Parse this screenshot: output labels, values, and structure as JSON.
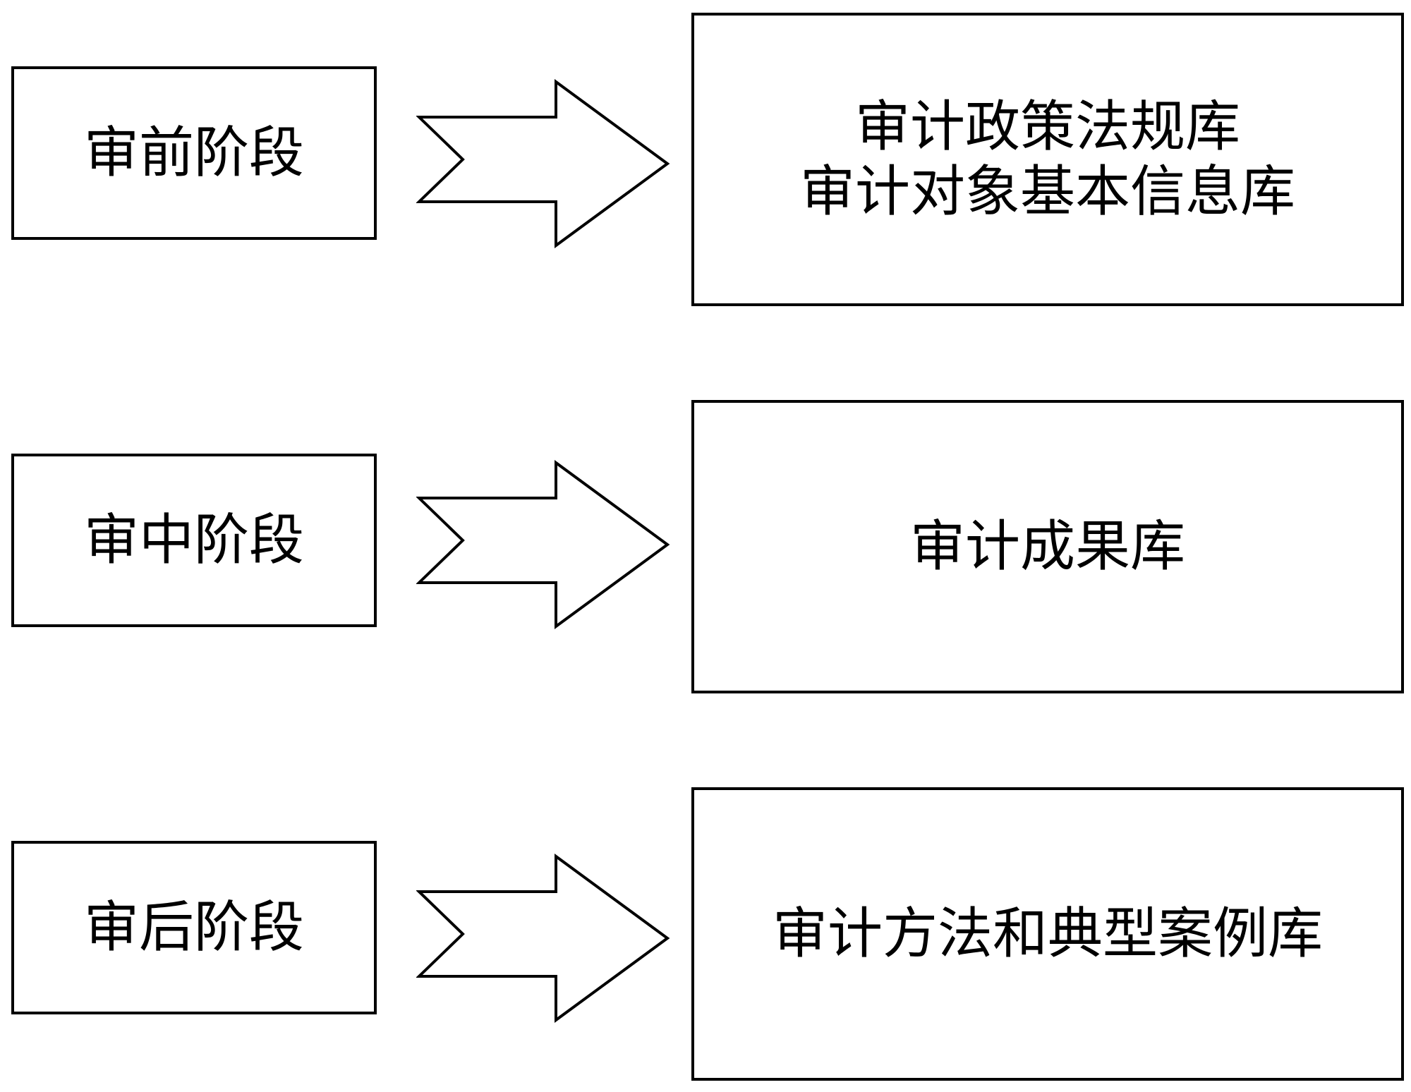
{
  "rows": [
    {
      "stage": "审前阶段",
      "repositories": [
        "审计政策法规库",
        "审计对象基本信息库"
      ]
    },
    {
      "stage": "审中阶段",
      "repositories": [
        "审计成果库"
      ]
    },
    {
      "stage": "审后阶段",
      "repositories": [
        "审计方法和典型案例库"
      ]
    }
  ]
}
